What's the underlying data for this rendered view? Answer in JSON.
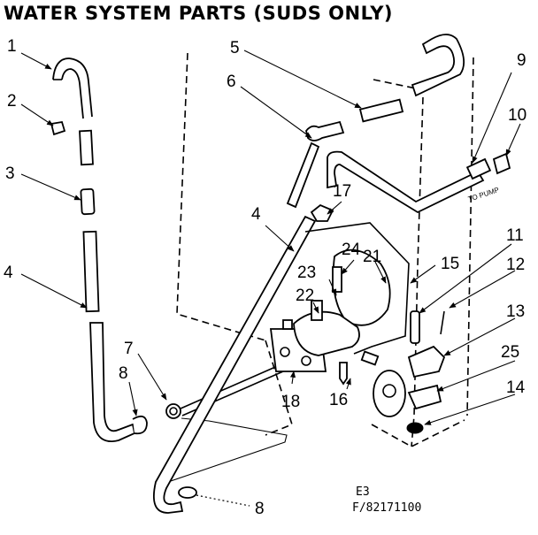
{
  "title": "WATER SYSTEM PARTS  (SUDS ONLY)",
  "footer": {
    "line1": "E3",
    "line2": "F/82171100"
  },
  "hose_label": "TO PUMP",
  "callouts": {
    "c1": "1",
    "c2": "2",
    "c3": "3",
    "c4a": "4",
    "c4b": "4",
    "c5": "5",
    "c6": "6",
    "c7": "7",
    "c8a": "8",
    "c8b": "8",
    "c9": "9",
    "c10": "10",
    "c11": "11",
    "c12": "12",
    "c13": "13",
    "c14": "14",
    "c15": "15",
    "c16": "16",
    "c17": "17",
    "c18": "18",
    "c21": "21",
    "c22": "22",
    "c23": "23",
    "c24": "24",
    "c25": "25"
  }
}
